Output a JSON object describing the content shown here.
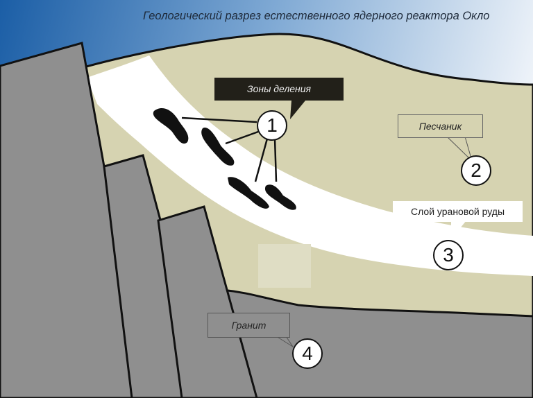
{
  "title": "Геологический разрез естественного ядерного реактора Окло",
  "labels": {
    "fission_zones": "Зоны деления",
    "sandstone": "Песчаник",
    "uranium_ore_layer": "Слой урановой руды",
    "granite": "Гранит"
  },
  "markers": [
    "1",
    "2",
    "3",
    "4"
  ],
  "colors": {
    "sky_dark": "#1b5ea6",
    "sky_light": "#eef3f9",
    "sandstone": "#d6d3b1",
    "granite": "#8f8f8f",
    "ore": "#ffffff"
  }
}
